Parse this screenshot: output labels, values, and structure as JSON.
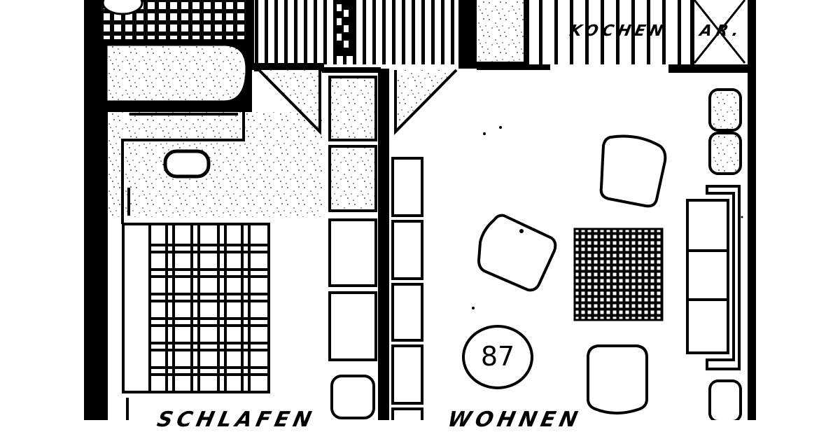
{
  "plan": {
    "type": "architectural floor plan (scanned, black & white)",
    "colors": {
      "ink": "#000000",
      "paper": "#ffffff",
      "speckle": "#1a1a1a"
    },
    "rooms": [
      {
        "id": "kitchen",
        "label": "KOCHEN"
      },
      {
        "id": "storage",
        "label": "AR."
      },
      {
        "id": "bedroom",
        "label": "SCHLAFEN"
      },
      {
        "id": "living",
        "label": "WOHNEN"
      }
    ],
    "unit_number": "87",
    "furniture": [
      "bathtub",
      "washbasin",
      "double-bed",
      "wardrobe-units",
      "shelf-units",
      "armchair",
      "armchair-rotated",
      "coffee-table",
      "sofa",
      "side-chair",
      "side-stools"
    ]
  }
}
